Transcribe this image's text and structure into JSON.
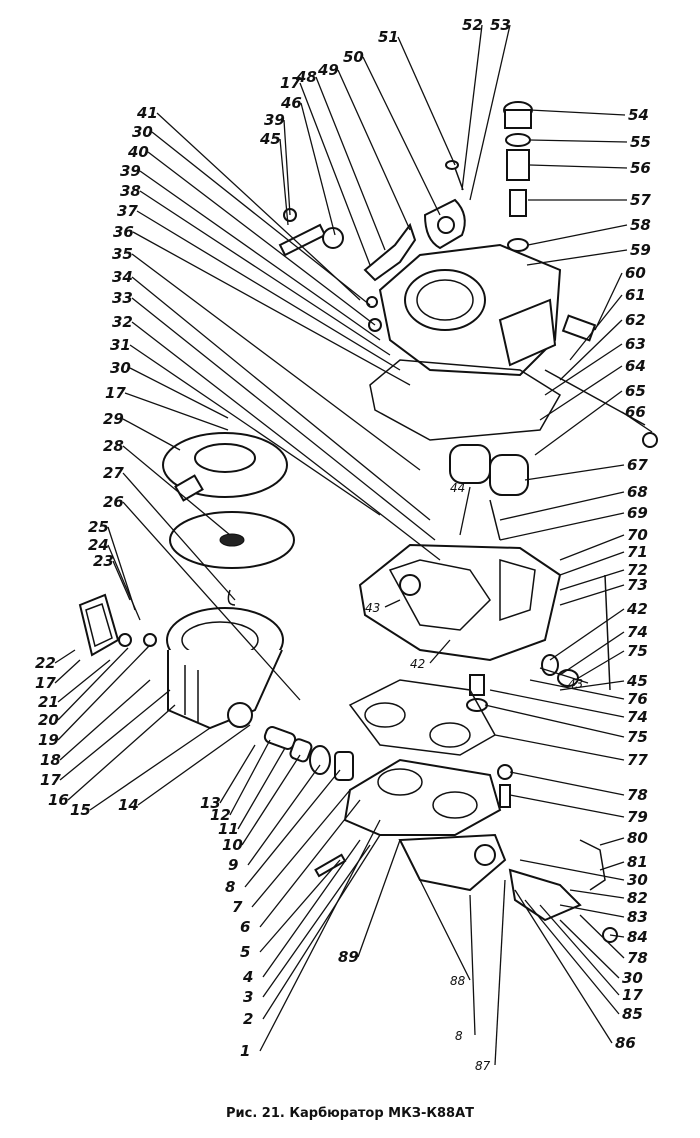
{
  "caption": "Рис. 21. Карбюратор МКЗ-К88АТ",
  "labels": [
    "51",
    "52",
    "53",
    "50",
    "49",
    "48",
    "17",
    "46",
    "39",
    "45",
    "41",
    "30",
    "40",
    "39",
    "38",
    "37",
    "36",
    "35",
    "34",
    "33",
    "32",
    "31",
    "30",
    "17",
    "29",
    "28",
    "27",
    "26",
    "25",
    "24",
    "23",
    "54",
    "55",
    "56",
    "57",
    "58",
    "59",
    "60",
    "61",
    "62",
    "63",
    "64",
    "65",
    "66",
    "67",
    "68",
    "69",
    "70",
    "71",
    "72",
    "73",
    "42",
    "74",
    "75",
    "45",
    "76",
    "74",
    "75",
    "77",
    "78",
    "79",
    "80",
    "81",
    "30",
    "82",
    "83",
    "84",
    "78",
    "30",
    "17",
    "85",
    "86",
    "22",
    "17",
    "21",
    "20",
    "19",
    "18",
    "17",
    "16",
    "15",
    "14",
    "13",
    "12",
    "11",
    "10",
    "9",
    "8",
    "7",
    "6",
    "5",
    "4",
    "3",
    "2",
    "1",
    "89",
    "44",
    "43",
    "42",
    "43",
    "88",
    "8",
    "87"
  ]
}
